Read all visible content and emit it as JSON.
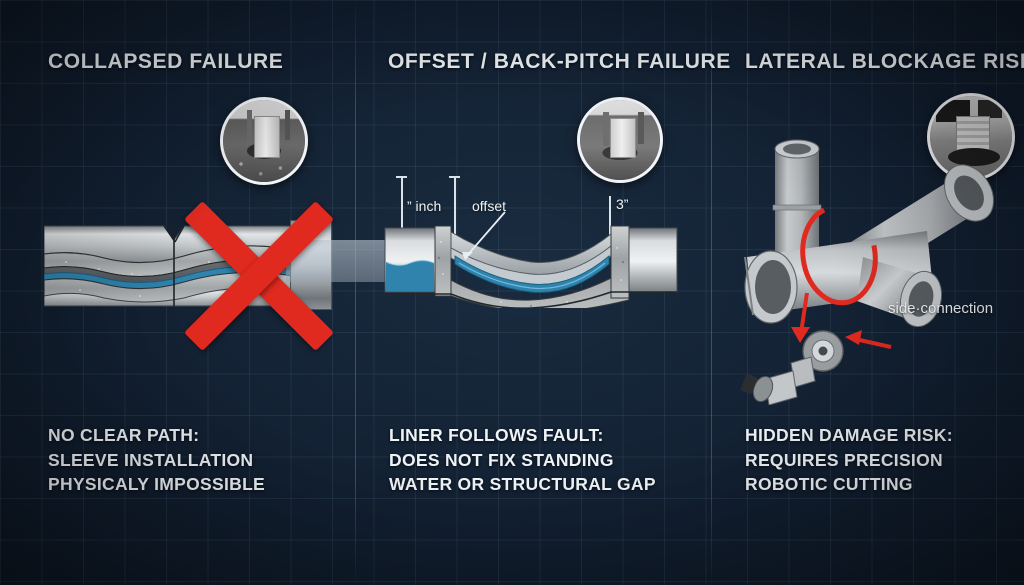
{
  "theme": {
    "background": "#12202f",
    "grid_line": "rgba(120,150,180,0.13)",
    "text": "#eef3f8",
    "accent_red": "#e02a20",
    "water_blue": "#2f83ad",
    "pipe_gray": "#b5babd"
  },
  "panels": [
    {
      "id": "collapsed-failure",
      "title": "COLLAPSED FAILURE",
      "caption": "NO CLEAR PATH:\nSLEEVE INSTALLATION\nPHYSICALY IMPOSSIBLE",
      "inset_photo": "pipe-stub-photo",
      "graphic": "collapsed-pipe-cutaway",
      "overlay": "red-x-mark",
      "labels": []
    },
    {
      "id": "offset-back-pitch-failure",
      "title": "OFFSET / BACK-PITCH FAILURE",
      "caption": "LINER FOLLOWS FAULT:\nDOES NOT FIX STANDING\nWATER OR STRUCTURAL GAP",
      "inset_photo": "pipe-stub-photo",
      "graphic": "offset-pipe-cutaway-with-standing-water",
      "overlay": "",
      "labels": [
        {
          "id": "inch-measure",
          "text": "” inch"
        },
        {
          "id": "offset-callout",
          "text": "offset"
        },
        {
          "id": "three-inch-measure",
          "text": "3”"
        }
      ]
    },
    {
      "id": "lateral-blockage-risk",
      "title": "LATERAL BLOCKAGE RISK",
      "caption": "HIDDEN DAMAGE RISK:\nREQUIRES PRECISION\nROBOTIC CUTTING",
      "inset_photo": "pipe-stub-photo",
      "graphic": "lateral-tee-junction-3d",
      "overlay": "red-circle-highlight",
      "labels": [
        {
          "id": "side-connection-callout",
          "text": "side·connection"
        }
      ]
    }
  ]
}
